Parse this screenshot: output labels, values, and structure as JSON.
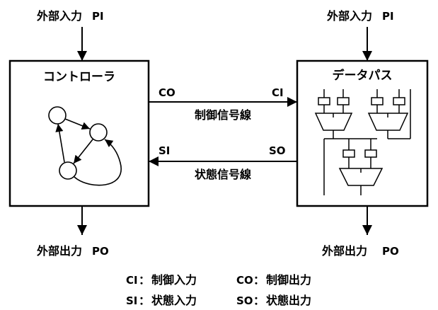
{
  "controller": {
    "title": "コントローラ",
    "input": {
      "label": "外部入力",
      "code": "PI"
    },
    "output": {
      "label": "外部出力",
      "code": "PO"
    }
  },
  "datapath": {
    "title": "データパス",
    "input": {
      "label": "外部入力",
      "code": "PI"
    },
    "output": {
      "label": "外部出力",
      "code": "PO"
    }
  },
  "control_signal": {
    "from": "CO",
    "to": "CI",
    "label": "制御信号線"
  },
  "status_signal": {
    "from": "SO",
    "to": "SI",
    "label": "状態信号線"
  },
  "legend": [
    {
      "code": "CI",
      "sep": "：",
      "desc": "制御入力"
    },
    {
      "code": "CO",
      "sep": "：",
      "desc": "制御出力"
    },
    {
      "code": "SI",
      "sep": "：",
      "desc": "状態入力"
    },
    {
      "code": "SO",
      "sep": "：",
      "desc": "状態出力"
    }
  ]
}
